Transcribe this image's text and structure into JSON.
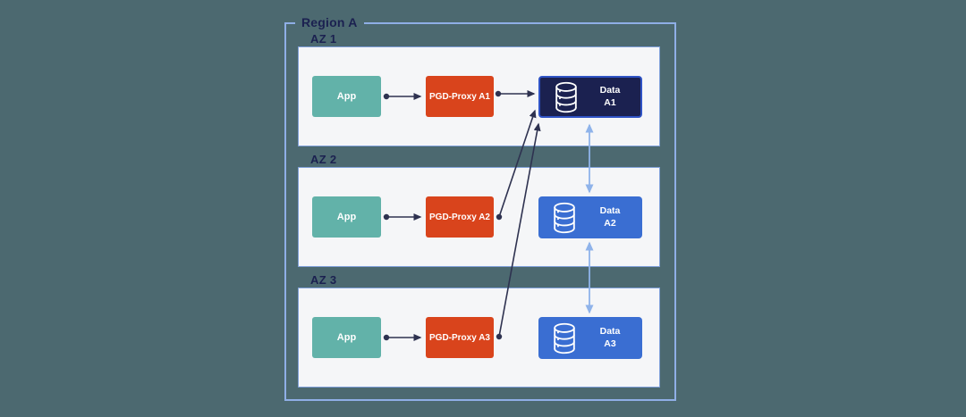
{
  "region": {
    "label": "Region A",
    "azs": [
      {
        "label": "AZ 1",
        "app_label": "App",
        "proxy_label": "PGD-Proxy A1",
        "data_label_line1": "Data",
        "data_label_line2": "A1",
        "data_role": "lead"
      },
      {
        "label": "AZ 2",
        "app_label": "App",
        "proxy_label": "PGD-Proxy A2",
        "data_label_line1": "Data",
        "data_label_line2": "A2",
        "data_role": "replica"
      },
      {
        "label": "AZ 3",
        "app_label": "App",
        "proxy_label": "PGD-Proxy A3",
        "data_label_line1": "Data",
        "data_label_line2": "A3",
        "data_role": "replica"
      }
    ]
  },
  "icons": {
    "database": "database-cylinder-icon"
  },
  "colors": {
    "page_background": "#4C6970",
    "region_border": "#8FAFE6",
    "az_fill": "#F5F6F8",
    "az_border": "#7FA0D9",
    "label_text": "#1B2150",
    "app_fill": "#62B2A9",
    "proxy_fill": "#D9441C",
    "data_lead_fill": "#1B2150",
    "data_lead_border": "#2F53C5",
    "data_replica_fill": "#3A6ED2",
    "arrow_dark": "#2E3250",
    "arrow_blue": "#8FB3EA"
  }
}
